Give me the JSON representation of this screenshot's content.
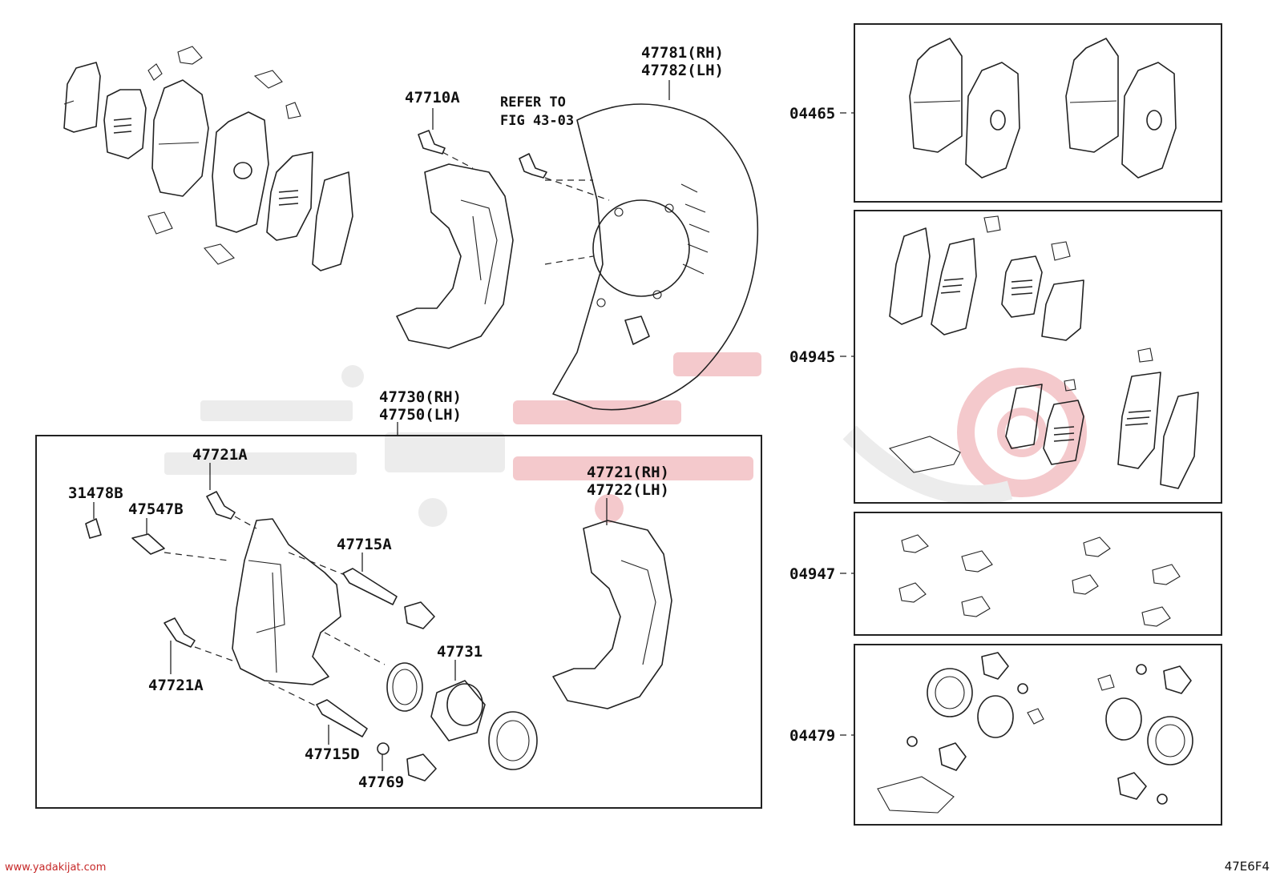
{
  "parts": {
    "shield": [
      "47781(RH)",
      "47782(LH)"
    ],
    "mount_bolt": "47710A",
    "refer_to": [
      "REFER TO",
      "FIG 43-03"
    ],
    "caliper_assy": [
      "47730(RH)",
      "47750(LH)"
    ],
    "bolt_upper": "47721A",
    "bleeder_cap": "31478B",
    "bleeder_plug": "47547B",
    "slide_pin_upper": "47715A",
    "piston": "47731",
    "mounting_bracket": [
      "47721(RH)",
      "47722(LH)"
    ],
    "bolt_lower": "47721A",
    "slide_pin_lower": "47715D",
    "bushing": "47769"
  },
  "kits": [
    "04465",
    "04945",
    "04947",
    "04479"
  ],
  "footer": {
    "url": "www.yadakijat.com",
    "code": "47E6F4"
  },
  "colors": {
    "line": "#222222",
    "watermark_gray": "#ececec",
    "watermark_red": "#f4c9cc",
    "url_red": "#c62828"
  }
}
